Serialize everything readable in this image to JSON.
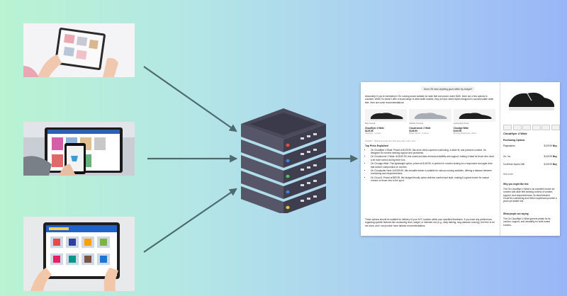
{
  "screenshot": {
    "question": "Does ON have anything good within my budget?",
    "intro": "Absolutely! If you're interested in On running shoes suitable for wide feet and priced under $180, there are a few options to consider. While On doesn't offer a broad range of wide-width models, they do have select styles designed to accommodate wider feet. Here are some recommendations:",
    "cards": [
      {
        "caption": "Best Overall",
        "name": "Cloudflyer 4 Wide",
        "price": "$129.99",
        "store": "Shopbest · 4 stores"
      },
      {
        "caption": "Stability Focused",
        "name": "Cloudrunner 2 Wide",
        "price": "$149.99",
        "store": "Rogan Sports · 4 stores"
      },
      {
        "caption": "Lightweight Choice",
        "name": "Cloudgo Wide",
        "price": "$149.99",
        "store": "Running Warehouse + More"
      }
    ],
    "footnote": "ChatGPT · Shopping results from third-party data. Learn more",
    "picks_title": "Top Picks Explained",
    "picks": [
      "On Cloudflyer 4 Wide: Priced at $129.99, this shoe offers supreme cushioning, a wider fit, and premium comfort. It's designed for runners seeking support and plushness.",
      "On Cloudrunner 2 Wide: At $149.99, this model provides enhanced stability and support, making it ideal for those who need a bit more control during their runs.",
      "On Cloudgo Wide: This lightweight option, priced at $149.99, is perfect for runners looking for a responsive and agile shoe that doesn't compromise on comfort.",
      "On Cloudsurfer Next: At $159.99, this versatile trainer is suitable for various running activities, offering a balance between cushioning and responsiveness.",
      "On Cloud 5: Priced at $99.99, this budget-friendly option delivers comfort and style, making it a great choice for casual runners or those new to the sport."
    ],
    "outro": "These options should be suitable for delivery to your NYC location within your specified timeframe. If you have any preferences regarding specific features like cushioning level, weight, or intended use (e.g., daily training, long-distance running), feel free to let me know, and I can provide more tailored recommendations.",
    "side": {
      "product": "Cloudflyer 4 Wide",
      "purchasing": "Purchasing Options",
      "sellers": [
        {
          "name": "Playmakers",
          "price": "$129.99",
          "action": "Buy"
        },
        {
          "name": "On, Inc.",
          "price": "$149.99",
          "action": "Buy"
        },
        {
          "name": "CoolGear Sports Kitti",
          "price": "$149.99",
          "action": "Buy"
        }
      ],
      "see_more": "See more",
      "why_title": "Why you might like this",
      "why": "The On Cloudflyer 4 Wide is an excellent choice for runners with wide feet seeking a blend of comfort, support, and responsiveness. Its ideal blended CloudTec cushioning and Helion superfoam provide a plush yet stable ride.",
      "people_title": "What people are saying",
      "people": "The On Cloudflyer 4 Wide garners praise for its comfort, support, and versatility for wide footed runners."
    }
  },
  "colors": {
    "arrow": "#4f6a6e",
    "server_dark": "#3a3a4a",
    "led_red": "#e2503f",
    "led_blue": "#3f83e0",
    "led_green": "#4fc36a",
    "led_yellow": "#e6c440"
  }
}
